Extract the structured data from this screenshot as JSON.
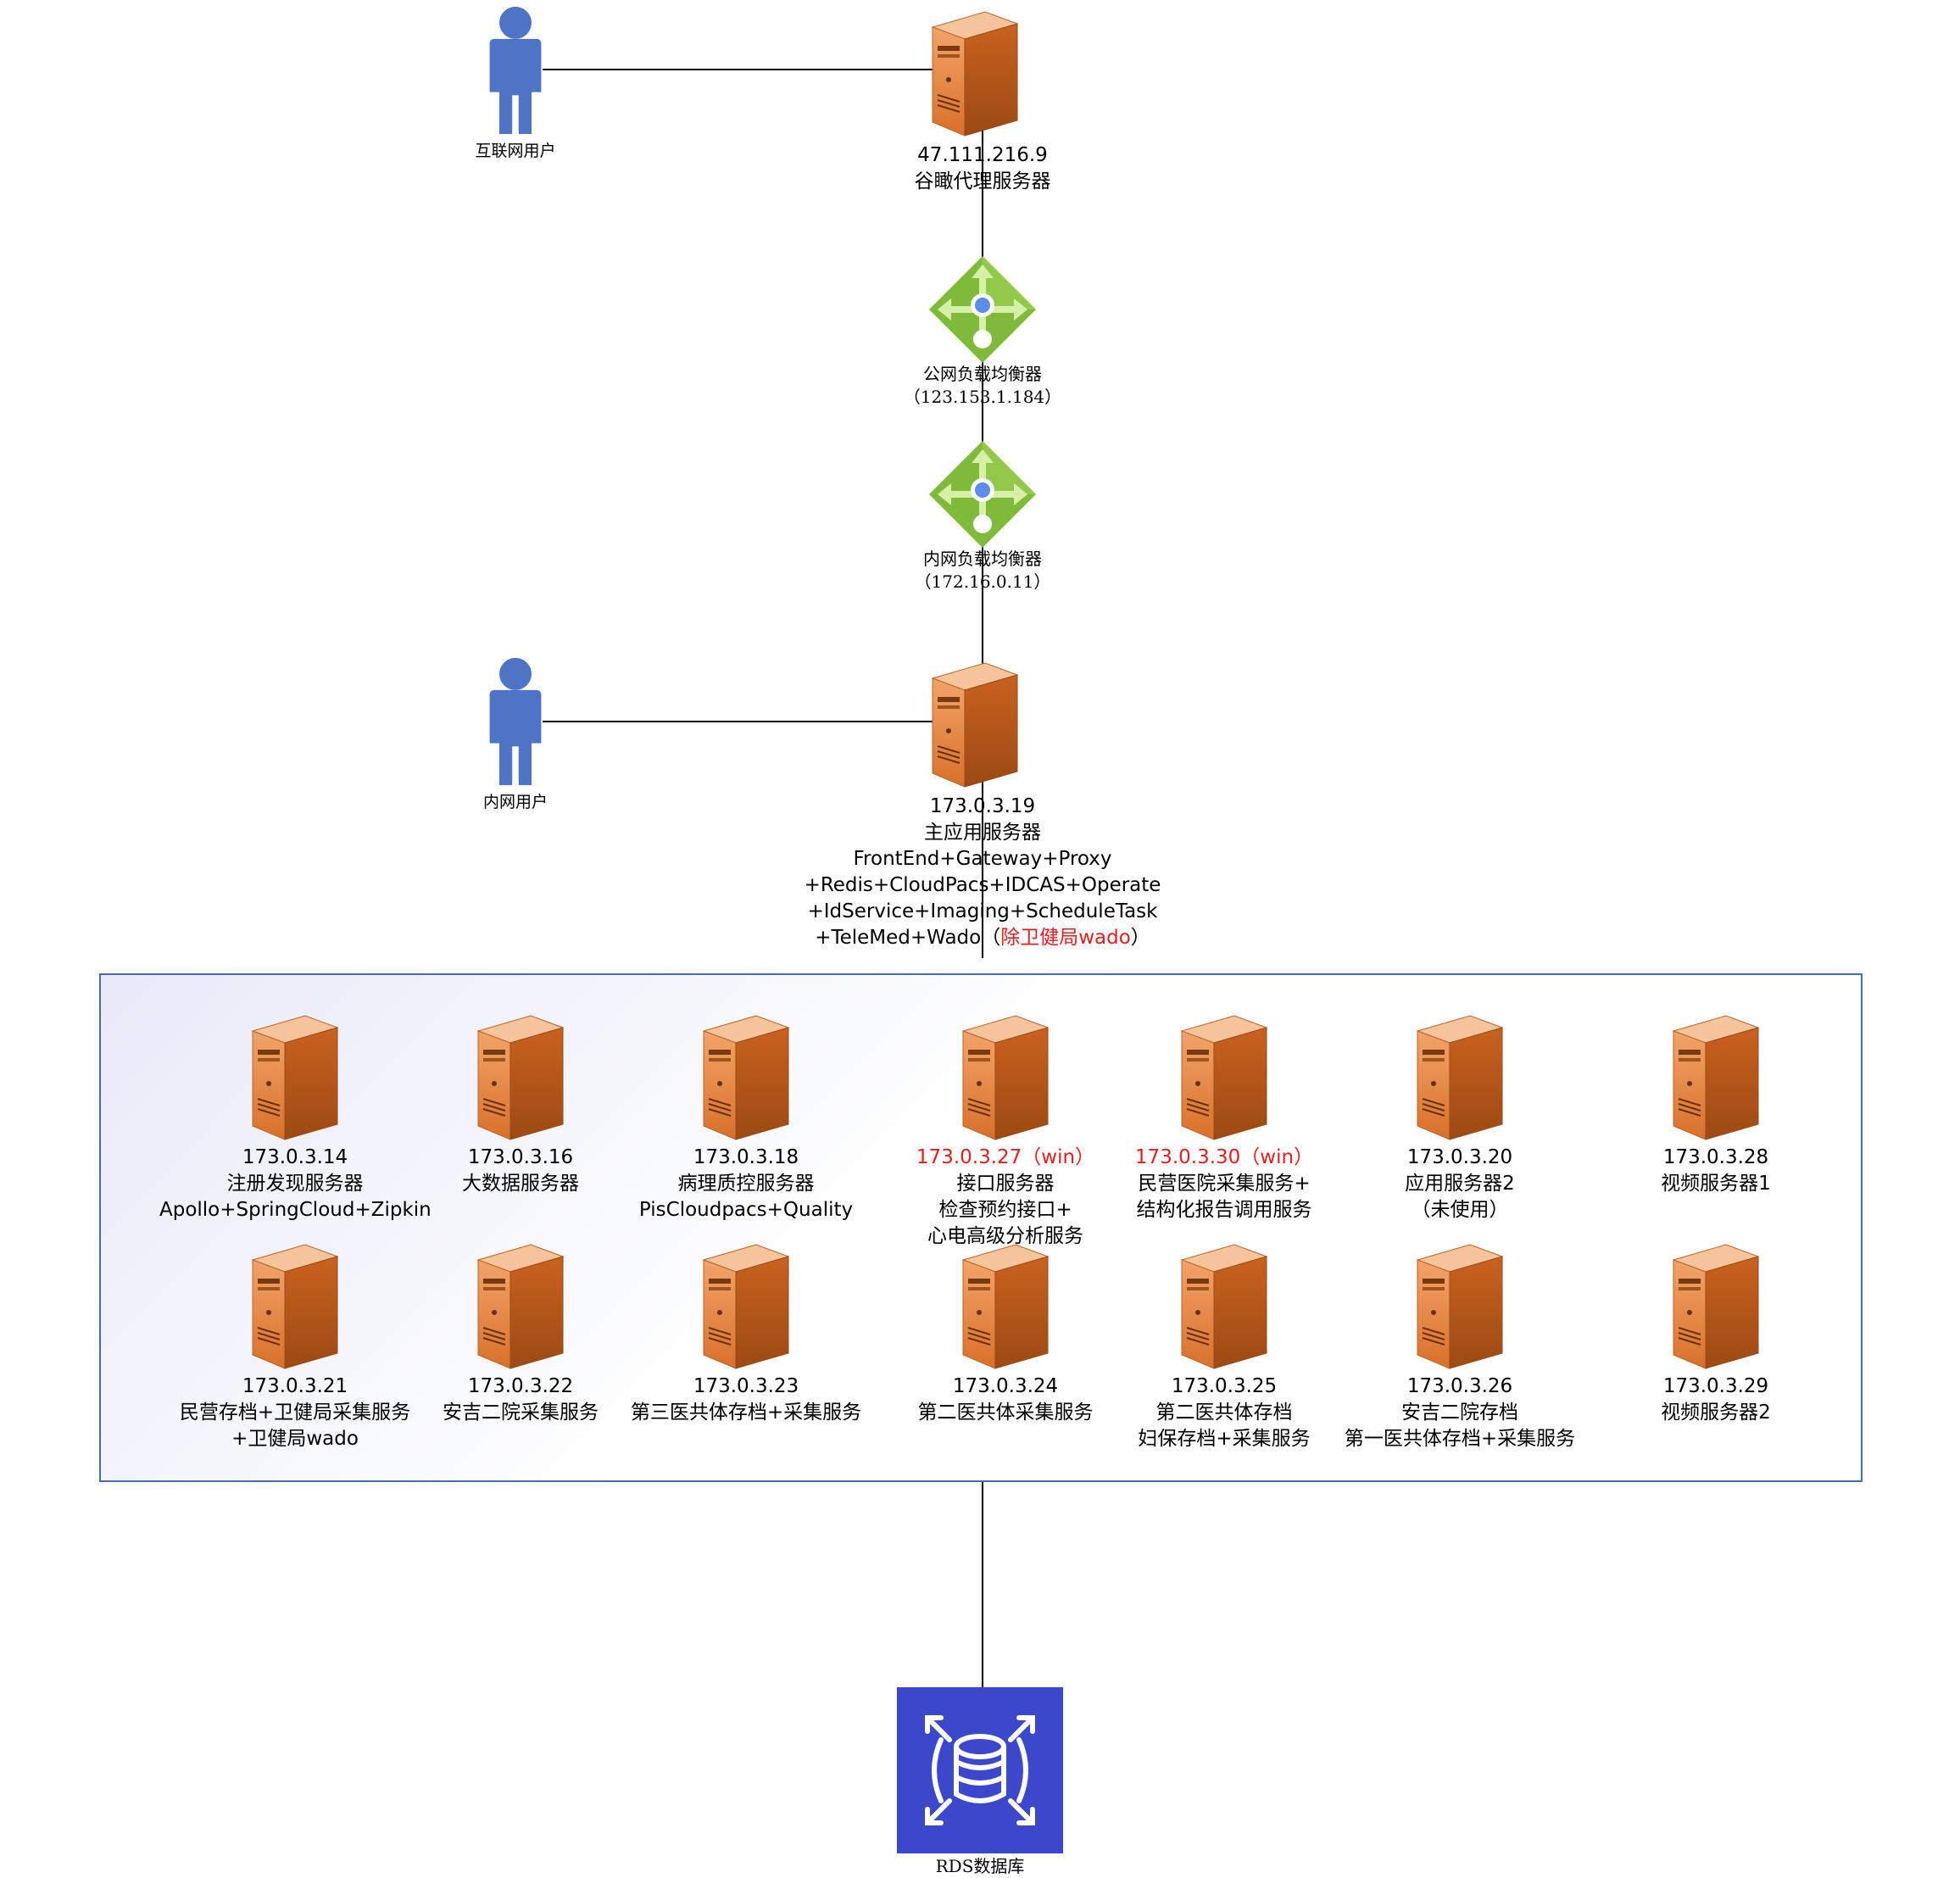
{
  "top": {
    "internet_user": "互联网用户",
    "proxy": {
      "ip": "47.111.216.9",
      "name": "谷瞰代理服务器"
    },
    "public_lb": {
      "name": "公网负载均衡器",
      "ip": "（123.153.1.184）"
    },
    "internal_lb": {
      "name": "内网负载均衡器",
      "ip": "（172.16.0.11）"
    },
    "intranet_user": "内网用户",
    "main_server": {
      "ip": "173.0.3.19",
      "name": "主应用服务器",
      "line1": "FrontEnd+Gateway+Proxy",
      "line2": "+Redis+CloudPacs+IDCAS+Operate",
      "line3": "+IdService+Imaging+ScheduleTask",
      "line4_prefix": "+TeleMed+Wado（",
      "line4_red": "除卫健局wado",
      "line4_suffix": "）"
    }
  },
  "row1": [
    {
      "ip": "173.0.3.14",
      "l1": "注册发现服务器",
      "l2": "Apollo+SpringCloud+Zipkin"
    },
    {
      "ip": "173.0.3.16",
      "l1": "大数据服务器"
    },
    {
      "ip": "173.0.3.18",
      "l1": "病理质控服务器",
      "l2": "PisCloudpacs+Quality"
    },
    {
      "ip": "173.0.3.27（win）",
      "l1": "接口服务器",
      "l2": "检查预约接口+",
      "l3": "心电高级分析服务"
    },
    {
      "ip": "173.0.3.30（win）",
      "l1": "民营医院采集服务+",
      "l2": "结构化报告调用服务"
    },
    {
      "ip": "173.0.3.20",
      "l1": "应用服务器2",
      "l2": "（未使用）"
    },
    {
      "ip": "173.0.3.28",
      "l1": "视频服务器1"
    }
  ],
  "row2": [
    {
      "ip": "173.0.3.21",
      "l1": "民营存档+卫健局采集服务",
      "l2": "+卫健局wado"
    },
    {
      "ip": "173.0.3.22",
      "l1": "安吉二院采集服务"
    },
    {
      "ip": "173.0.3.23",
      "l1": "第三医共体存档+采集服务"
    },
    {
      "ip": "173.0.3.24",
      "l1": "第二医共体采集服务"
    },
    {
      "ip": "173.0.3.25",
      "l1": "第二医共体存档",
      "l2": "妇保存档+采集服务"
    },
    {
      "ip": "173.0.3.26",
      "l1": "安吉二院存档",
      "l2": "第一医共体存档+采集服务"
    },
    {
      "ip": "173.0.3.29",
      "l1": "视频服务器2"
    }
  ],
  "database": {
    "name": "RDS数据库"
  },
  "colors": {
    "server": "#d8702a",
    "user": "#4f73c5",
    "lb_green": "#7fba3a",
    "db": "#3b48cc",
    "red_text": "#e02020",
    "cluster_border": "#4a6aa8"
  }
}
